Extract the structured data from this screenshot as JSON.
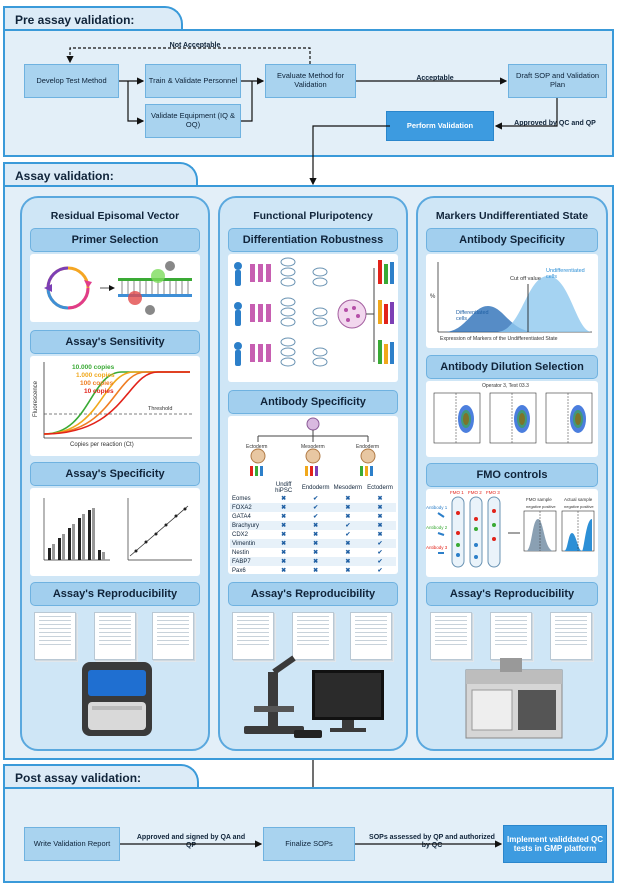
{
  "sections": {
    "pre": "Pre assay validation:",
    "assay": "Assay validation:",
    "post": "Post assay validation:"
  },
  "pre": {
    "develop": "Develop Test Method",
    "train": "Train & Validate Personnel",
    "equipment": "Validate Equipment (IQ & OQ)",
    "evaluate": "Evaluate Method for Validation",
    "draft": "Draft SOP and Validation Plan",
    "perform": "Perform Validation",
    "not_acceptable": "Not Acceptable",
    "acceptable": "Acceptable",
    "approved": "Approved by QC and QP"
  },
  "columns": {
    "left": {
      "title": "Residual Episomal Vector",
      "headers": [
        "Primer Selection",
        "Assay's Sensitivity",
        "Assay's Specificity",
        "Assay's Reproducibility"
      ]
    },
    "middle": {
      "title": "Functional Pluripotency",
      "headers": [
        "Differentiation Robustness",
        "Antibody Specificity",
        "Assay's Reproducibility"
      ]
    },
    "right": {
      "title": "Markers Undifferentiated State",
      "headers": [
        "Antibody Specificity",
        "Antibody Dilution Selection",
        "FMO controls",
        "Assay's Reproducibility"
      ]
    }
  },
  "sensitivity": {
    "copies": [
      "10.000 copies",
      "1.000 copies",
      "100 copies",
      "10 copies"
    ],
    "colors": [
      "#3aaa35",
      "#f0a81c",
      "#ef7d22",
      "#e2231a"
    ],
    "ylabel": "Fluorescence",
    "xlabel": "Copies per reaction (Ct)",
    "threshold": "Threshold"
  },
  "marker_chart": {
    "cutoff": "Cut off value",
    "undiff": "Undifferentiated cells",
    "diff": "Differentiated cells",
    "ylabel": "%",
    "xlabel": "Expression of Markers of the Undifferentiated State"
  },
  "germ_layers": [
    "Ectoderm",
    "Mesoderm",
    "Endoderm"
  ],
  "marker_table": {
    "headers": [
      "Undiff hiPSC",
      "Endoderm",
      "Mesoderm",
      "Ectoderm"
    ],
    "rows": [
      {
        "name": "Eomes",
        "marks": [
          "x",
          "v",
          "x",
          "x"
        ]
      },
      {
        "name": "FOXA2",
        "marks": [
          "x",
          "v",
          "x",
          "x"
        ]
      },
      {
        "name": "GATA4",
        "marks": [
          "x",
          "v",
          "x",
          "x"
        ]
      },
      {
        "name": "Brachyury",
        "marks": [
          "x",
          "x",
          "v",
          "x"
        ]
      },
      {
        "name": "CDX2",
        "marks": [
          "x",
          "x",
          "v",
          "x"
        ]
      },
      {
        "name": "Vimentin",
        "marks": [
          "x",
          "x",
          "x",
          "v"
        ]
      },
      {
        "name": "Nestin",
        "marks": [
          "x",
          "x",
          "x",
          "v"
        ]
      },
      {
        "name": "FABP7",
        "marks": [
          "x",
          "x",
          "x",
          "v"
        ]
      },
      {
        "name": "Pax6",
        "marks": [
          "x",
          "x",
          "x",
          "v"
        ]
      }
    ]
  },
  "facs_title": "Operator 3, Test 03.3",
  "fmo": {
    "fmo_sample": "FMO sample",
    "actual_sample": "Actual sample",
    "negative": "negative",
    "positive": "positive",
    "labels": [
      "FMO 1",
      "FMO 2",
      "FMO 3"
    ],
    "antibodies": [
      "Antibody 1",
      "Antibody 2",
      "Antibody 3"
    ]
  },
  "post": {
    "write": "Write Validation Report",
    "finalize": "Finalize SOPs",
    "implement": "Implement validdated QC tests in GMP platform",
    "approved_signed": "Approved and signed by QA and QP",
    "sops_assessed": "SOPs assessed by QP and authorized by QC"
  }
}
